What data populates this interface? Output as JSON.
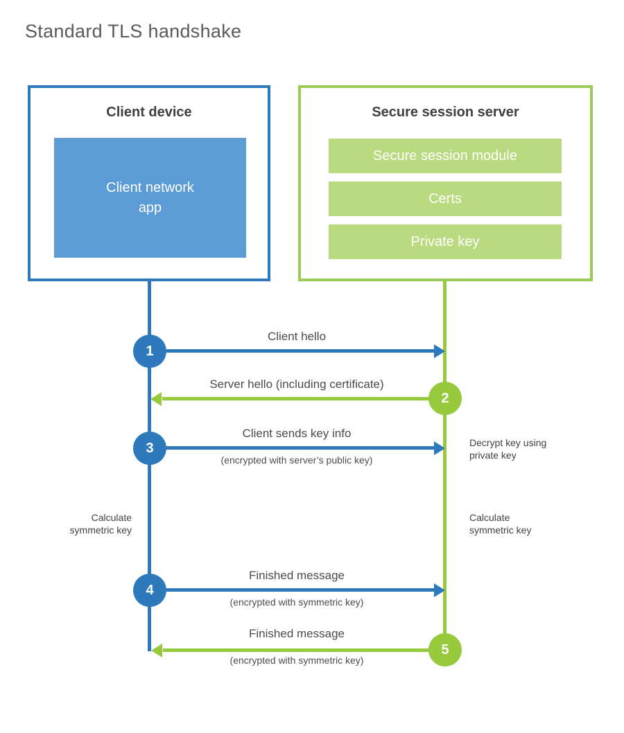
{
  "title": "Standard TLS handshake",
  "client": {
    "title": "Client device",
    "app_label": "Client network\napp"
  },
  "server": {
    "title": "Secure session server",
    "modules": [
      "Secure session module",
      "Certs",
      "Private key"
    ]
  },
  "steps": [
    {
      "num": "1",
      "label": "Client hello",
      "sublabel": ""
    },
    {
      "num": "2",
      "label": "Server hello (including certificate)",
      "sublabel": ""
    },
    {
      "num": "3",
      "label": "Client sends key info",
      "sublabel": "(encrypted with server’s public key)"
    },
    {
      "num": "4",
      "label": "Finished message",
      "sublabel": "(encrypted with symmetric key)"
    },
    {
      "num": "5",
      "label": "Finished message",
      "sublabel": "(encrypted with symmetric key)"
    }
  ],
  "annotations": {
    "decrypt_key": "Decrypt key using\nprivate key",
    "calculate_left": "Calculate\nsymmetric key",
    "calculate_right": "Calculate\nsymmetric key"
  },
  "colors": {
    "blue": "#2E78BC",
    "blue_fill": "#5C9CD6",
    "green": "#97C93D",
    "green_border": "#9BCB57",
    "green_fill": "#B9DA7E"
  }
}
